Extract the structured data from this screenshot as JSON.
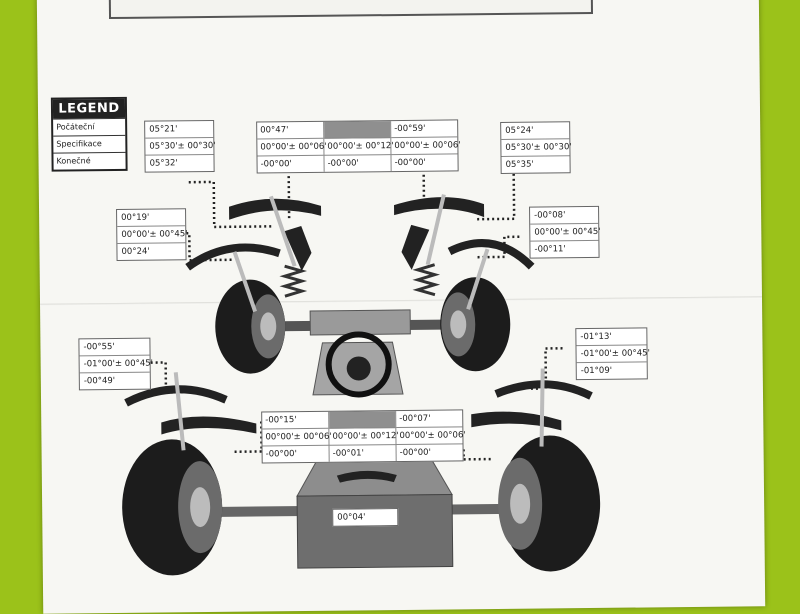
{
  "legend": {
    "title": "LEGEND",
    "rows": [
      "Počáteční",
      "Specifikace",
      "Konečné"
    ]
  },
  "front_left": {
    "caster": [
      "05°21'",
      "05°30'± 00°30'",
      "05°32'"
    ],
    "camber": [
      "00°19'",
      "00°00'± 00°45'",
      "00°24'"
    ]
  },
  "front_right": {
    "caster": [
      "05°24'",
      "05°30'± 00°30'",
      "05°35'"
    ],
    "camber": [
      "-00°08'",
      "00°00'± 00°45'",
      "-00°11'"
    ]
  },
  "front_toe": {
    "left": [
      "00°47'",
      "00°00'± 00°06'",
      "-00°00'"
    ],
    "total": [
      "",
      "00°00'± 00°12'",
      "-00°00'"
    ],
    "right": [
      "-00°59'",
      "00°00'± 00°06'",
      "-00°00'"
    ]
  },
  "rear_left": {
    "camber": [
      "-00°55'",
      "-01°00'± 00°45'",
      "-00°49'"
    ]
  },
  "rear_right": {
    "camber": [
      "-01°13'",
      "-01°00'± 00°45'",
      "-01°09'"
    ]
  },
  "rear_toe": {
    "left": [
      "-00°15'",
      "00°00'± 00°06'",
      "-00°00'"
    ],
    "total": [
      "",
      "00°00'± 00°12'",
      "-00°01'"
    ],
    "right": [
      "-00°07'",
      "00°00'± 00°06'",
      "-00°00'"
    ]
  },
  "thrust_angle": "00°04'"
}
